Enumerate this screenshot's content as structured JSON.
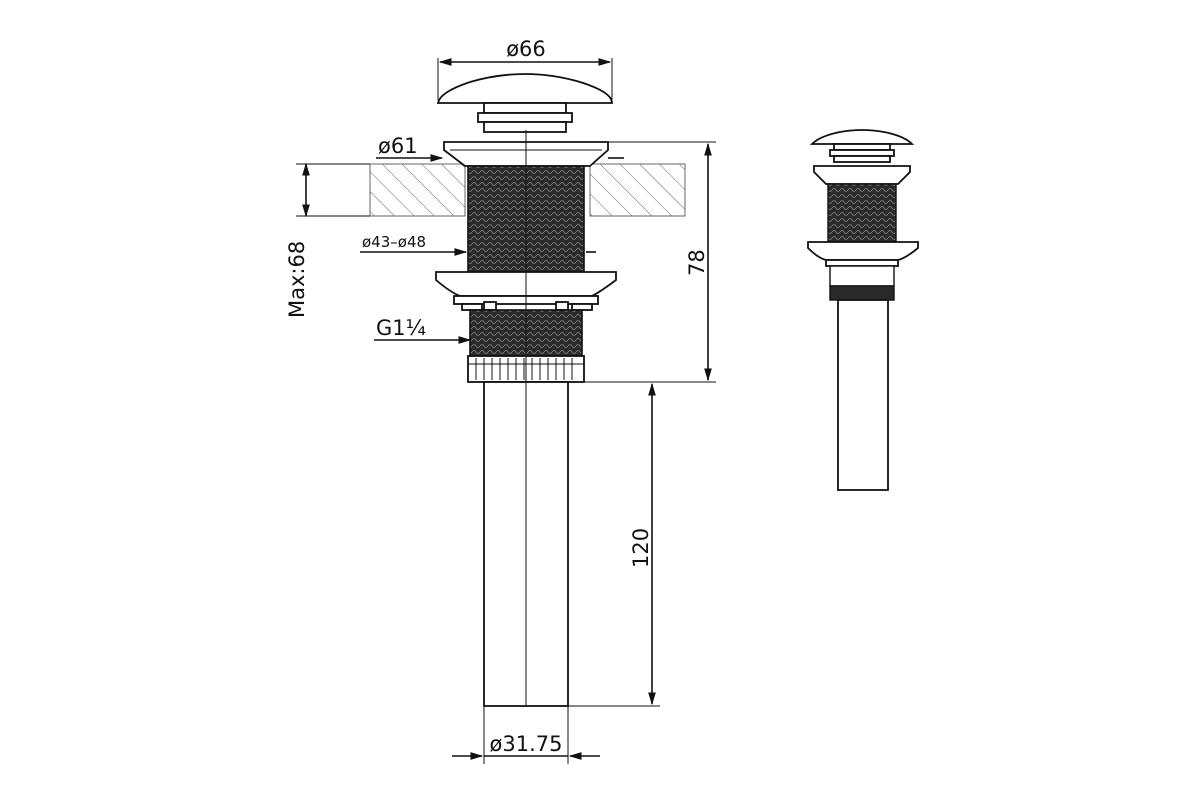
{
  "dimensions": {
    "cap_diameter": "ø66",
    "flange_diameter": "ø61",
    "hole_range": "ø43–ø48",
    "max_thickness": "Max:68",
    "thread": "G1¼",
    "body_height": "78",
    "tail_length": "120",
    "tail_diameter": "ø31.75"
  },
  "colors": {
    "line": "#111111",
    "thread_fill": "#2a2a2a",
    "hatch": "#555555",
    "background": "#ffffff"
  }
}
